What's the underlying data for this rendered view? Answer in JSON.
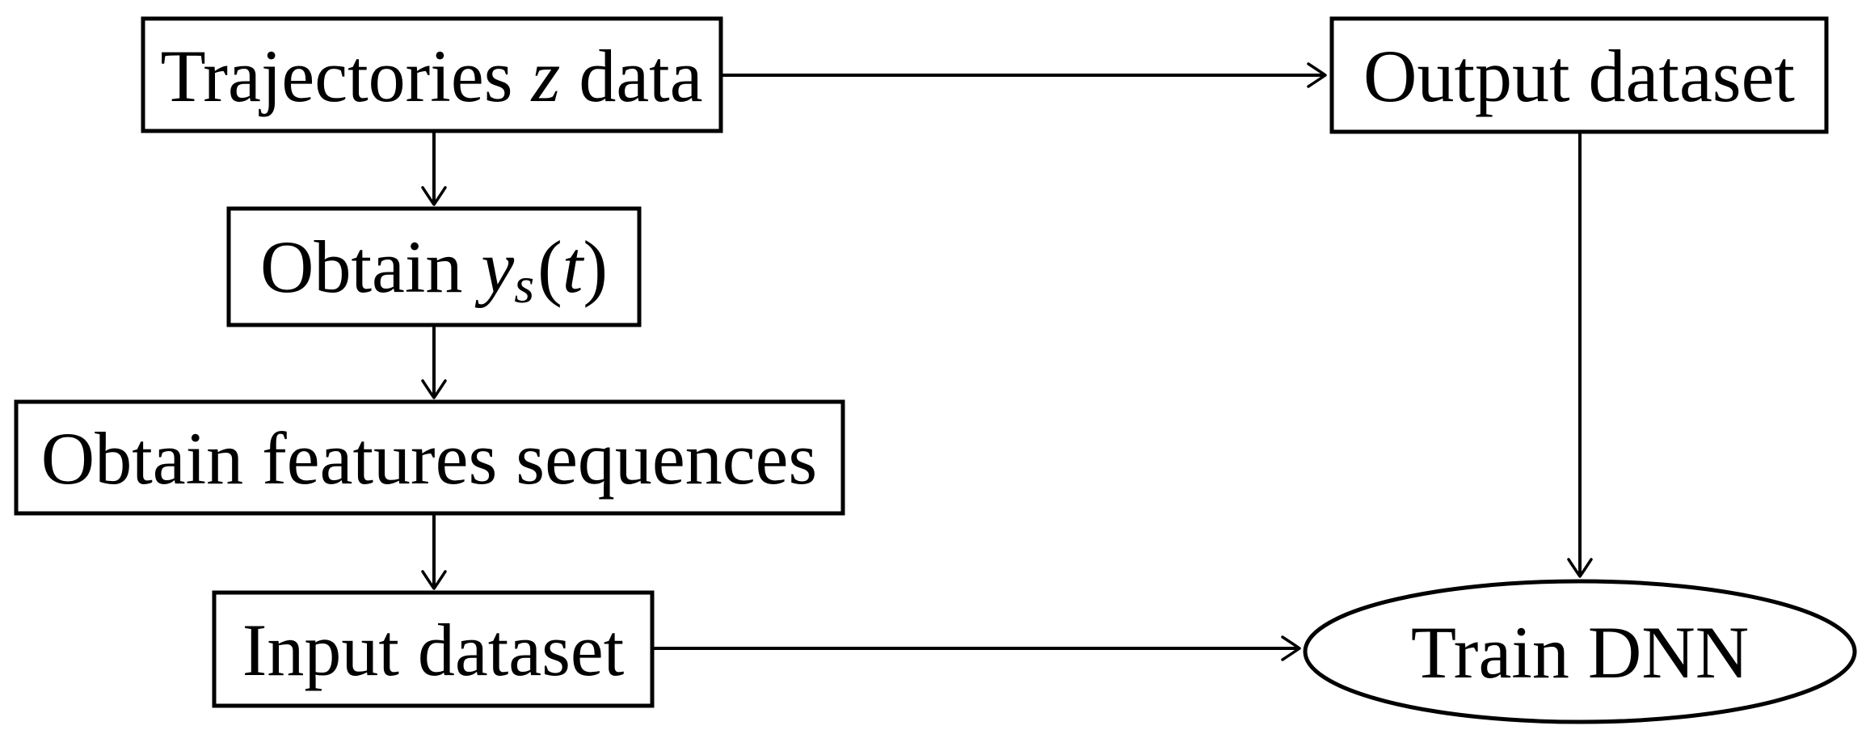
{
  "diagram": {
    "colors": {
      "stroke": "#000000",
      "text": "#000000",
      "background": "#ffffff"
    },
    "nodes": [
      {
        "id": "trajectories-z-data",
        "shape": "rectangle",
        "label_parts": [
          {
            "text": "Trajectories",
            "style": "upright"
          },
          {
            "text": "z",
            "style": "math-italic"
          },
          {
            "text": "data",
            "style": "upright"
          }
        ]
      },
      {
        "id": "obtain-ys-t",
        "shape": "rectangle",
        "label_parts": [
          {
            "text": "Obtain",
            "style": "upright"
          },
          {
            "text": "y",
            "style": "math-italic"
          },
          {
            "text": "s",
            "style": "math-subscript-italic"
          },
          {
            "text": "(",
            "style": "upright"
          },
          {
            "text": "t",
            "style": "math-italic"
          },
          {
            "text": ")",
            "style": "upright"
          }
        ]
      },
      {
        "id": "obtain-features-sequences",
        "shape": "rectangle",
        "label_parts": [
          {
            "text": "Obtain features sequences",
            "style": "upright"
          }
        ]
      },
      {
        "id": "input-dataset",
        "shape": "rectangle",
        "label_parts": [
          {
            "text": "Input dataset",
            "style": "upright"
          }
        ]
      },
      {
        "id": "output-dataset",
        "shape": "rectangle",
        "label_parts": [
          {
            "text": "Output dataset",
            "style": "upright"
          }
        ]
      },
      {
        "id": "train-dnn",
        "shape": "ellipse",
        "label_parts": [
          {
            "text": "Train DNN",
            "style": "upright"
          }
        ]
      }
    ],
    "edges": [
      {
        "from": "trajectories-z-data",
        "to": "output-dataset",
        "direction": "right"
      },
      {
        "from": "trajectories-z-data",
        "to": "obtain-ys-t",
        "direction": "down"
      },
      {
        "from": "obtain-ys-t",
        "to": "obtain-features-sequences",
        "direction": "down"
      },
      {
        "from": "obtain-features-sequences",
        "to": "input-dataset",
        "direction": "down"
      },
      {
        "from": "input-dataset",
        "to": "train-dnn",
        "direction": "right"
      },
      {
        "from": "output-dataset",
        "to": "train-dnn",
        "direction": "down"
      }
    ]
  }
}
